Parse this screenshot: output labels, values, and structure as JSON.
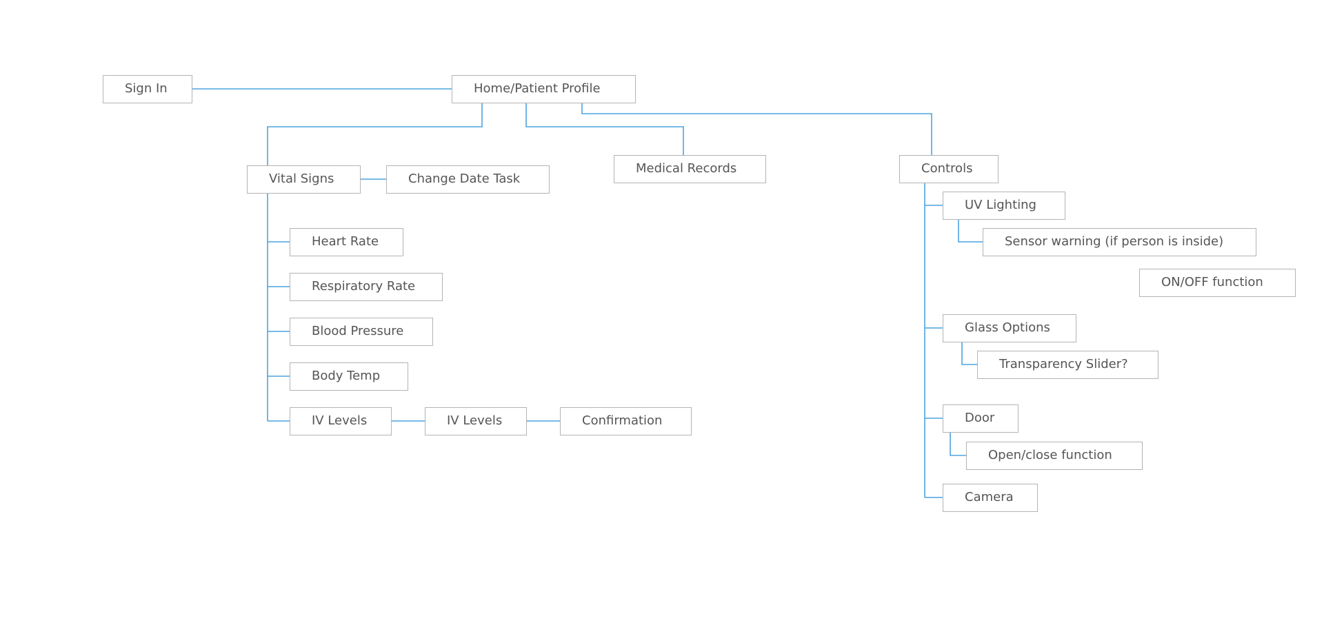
{
  "colors": {
    "connector": "#4aa3df",
    "box_border": "#b3b3b3",
    "text": "#555555"
  },
  "nodes": {
    "sign_in": "Sign In",
    "home": "Home/Patient Profile",
    "vital_signs": "Vital Signs",
    "change_date_task": "Change Date Task",
    "medical_records": "Medical Records",
    "controls": "Controls",
    "heart_rate": "Heart Rate",
    "respiratory_rate": "Respiratory Rate",
    "blood_pressure": "Blood Pressure",
    "body_temp": "Body Temp",
    "iv_levels_1": "IV Levels",
    "iv_levels_2": "IV Levels",
    "confirmation": "Confirmation",
    "uv_lighting": "UV Lighting",
    "sensor_warning": "Sensor warning (if person is inside)",
    "on_off_function": "ON/OFF function",
    "glass_options": "Glass Options",
    "transparency_slider": "Transparency Slider?",
    "door": "Door",
    "open_close_function": "Open/close function",
    "camera": "Camera"
  }
}
